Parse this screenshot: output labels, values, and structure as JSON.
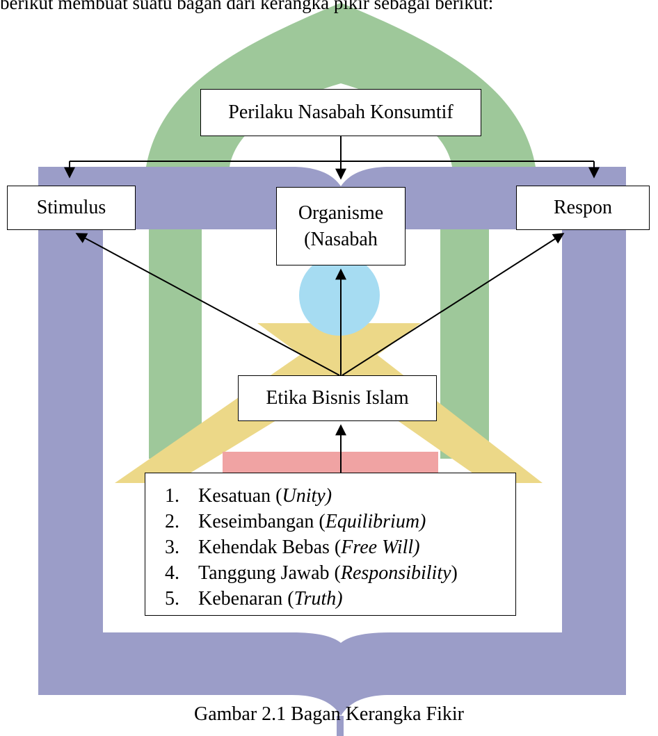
{
  "intro_text": "berikut membuat suatu bagan dari kerangka pikir sebagai berikut:",
  "diagram": {
    "top": "Perilaku Nasabah Konsumtif",
    "left": "Stimulus",
    "middle_line1": "Organisme",
    "middle_line2": "(Nasabah",
    "right": "Respon",
    "hub": "Etika Bisnis Islam",
    "principles": [
      {
        "num": "1.",
        "label": "Kesatuan (",
        "term": "Unity)",
        "tail": ""
      },
      {
        "num": "2.",
        "label": "Keseimbangan (",
        "term": "Equilibrium)",
        "tail": ""
      },
      {
        "num": "3.",
        "label": "Kehendak Bebas (",
        "term": "Free Will)",
        "tail": ""
      },
      {
        "num": "4.",
        "label": "Tanggung Jawab (",
        "term": "Responsibility",
        "tail": ")"
      },
      {
        "num": "5.",
        "label": "Kebenaran (",
        "term": "Truth)",
        "tail": ""
      }
    ]
  },
  "caption": "Gambar 2.1 Bagan Kerangka Fikir",
  "watermark": {
    "colors": {
      "frame": "#9b9dc8",
      "dome": "#9ec89a",
      "pillars": "#9ec89a",
      "book": "#ecd888",
      "globe": "#a6dcf2",
      "ribbon": "#f0a3a3"
    }
  }
}
